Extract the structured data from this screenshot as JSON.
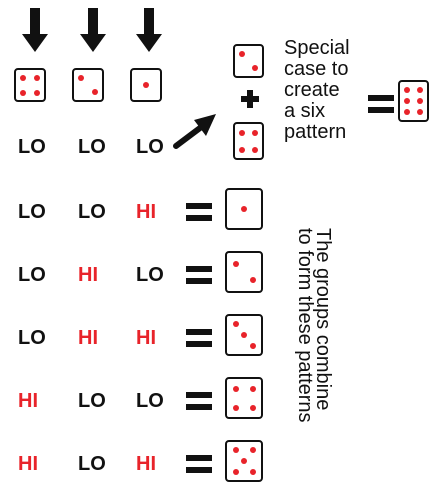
{
  "labels": {
    "lo": "LO",
    "hi": "HI"
  },
  "inputs": [
    {
      "name": "die-four-pips",
      "pips": 4
    },
    {
      "name": "die-two-pips",
      "pips": 2
    },
    {
      "name": "die-one-pip",
      "pips": 1
    }
  ],
  "special_case": {
    "note_lines": [
      "Special",
      "case to",
      "create",
      "a six",
      "pattern"
    ],
    "combine_symbol": "+",
    "dice": [
      {
        "name": "die-special-two-pips",
        "pips": 2
      },
      {
        "name": "die-special-four-pips",
        "pips": 4
      }
    ],
    "result_pips": 6
  },
  "rows": [
    {
      "levels": [
        "LO",
        "LO",
        "HI"
      ],
      "result_pips": 1
    },
    {
      "levels": [
        "LO",
        "HI",
        "LO"
      ],
      "result_pips": 2
    },
    {
      "levels": [
        "LO",
        "HI",
        "HI"
      ],
      "result_pips": 3
    },
    {
      "levels": [
        "HI",
        "LO",
        "LO"
      ],
      "result_pips": 4
    },
    {
      "levels": [
        "HI",
        "LO",
        "HI"
      ],
      "result_pips": 5
    }
  ],
  "caption_lines": [
    "The groups combine",
    "to form these patterns"
  ],
  "colors": {
    "ink": "#111111",
    "pip": "#e8232a",
    "hi_text": "#e8232a"
  },
  "icons": [
    "down-arrow-icon",
    "diagonal-arrow-icon",
    "plus-icon",
    "equals-icon"
  ]
}
